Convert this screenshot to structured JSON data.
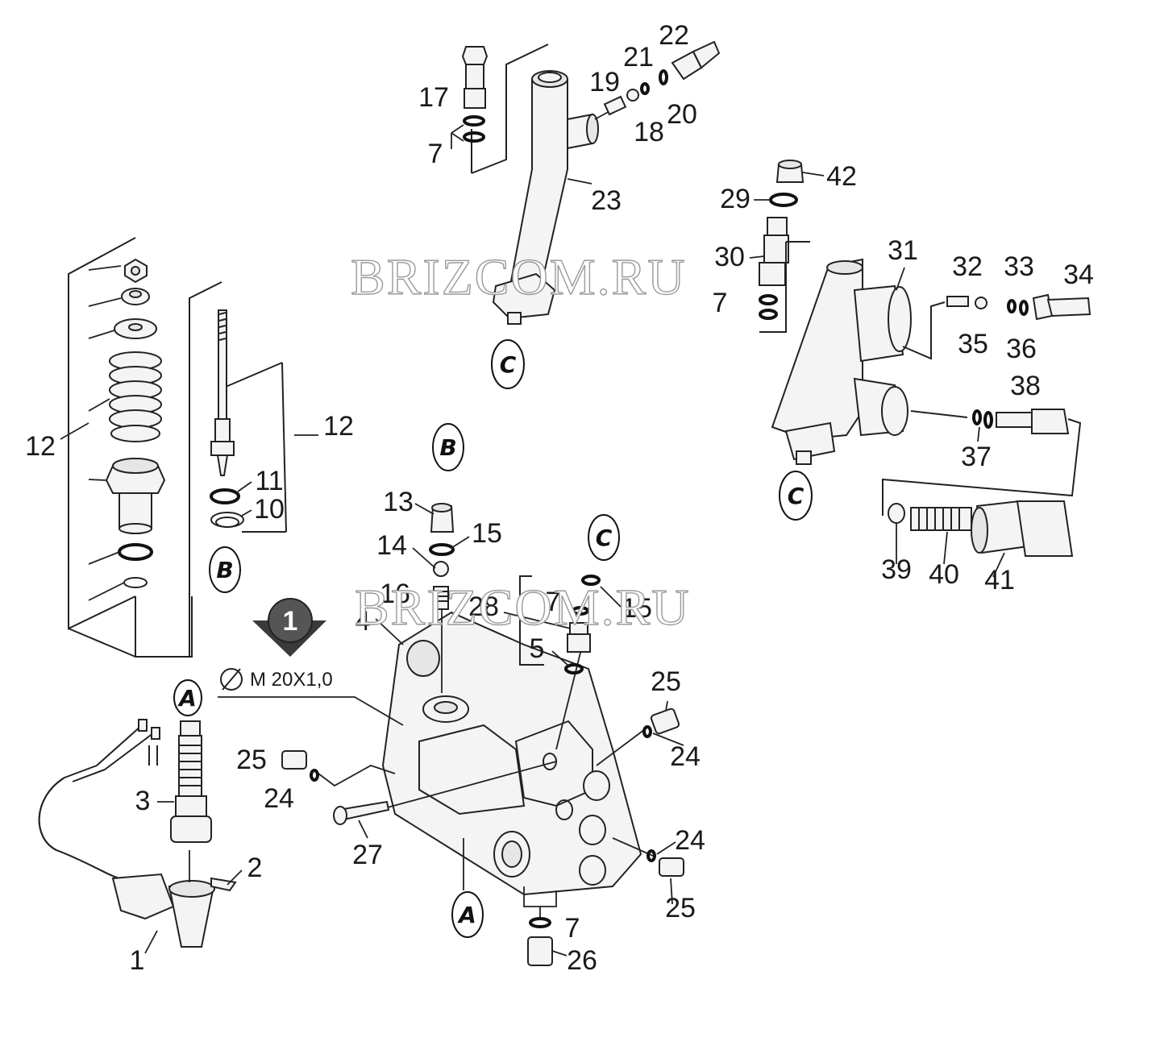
{
  "watermark": "BRIZCOM.RU",
  "thread_spec": "M 20X1,0",
  "note_number": "1",
  "connectors": [
    "A",
    "B",
    "C"
  ],
  "callouts": {
    "c1": "1",
    "c2": "2",
    "c3": "3",
    "c4": "4",
    "c5": "5",
    "c7a": "7",
    "c7b": "7",
    "c7c": "7",
    "c7d": "7",
    "c10": "10",
    "c11": "11",
    "c12a": "12",
    "c12b": "12",
    "c13": "13",
    "c14": "14",
    "c15a": "15",
    "c15b": "15",
    "c16": "16",
    "c17": "17",
    "c18": "18",
    "c19": "19",
    "c20": "20",
    "c21": "21",
    "c22": "22",
    "c23": "23",
    "c24a": "24",
    "c24b": "24",
    "c24c": "24",
    "c25a": "25",
    "c25b": "25",
    "c25c": "25",
    "c26": "26",
    "c27": "27",
    "c28": "28",
    "c29": "29",
    "c30": "30",
    "c31": "31",
    "c32": "32",
    "c33": "33",
    "c34": "34",
    "c35": "35",
    "c36": "36",
    "c37": "37",
    "c38": "38",
    "c39": "39",
    "c40": "40",
    "c41": "41",
    "c42": "42"
  }
}
